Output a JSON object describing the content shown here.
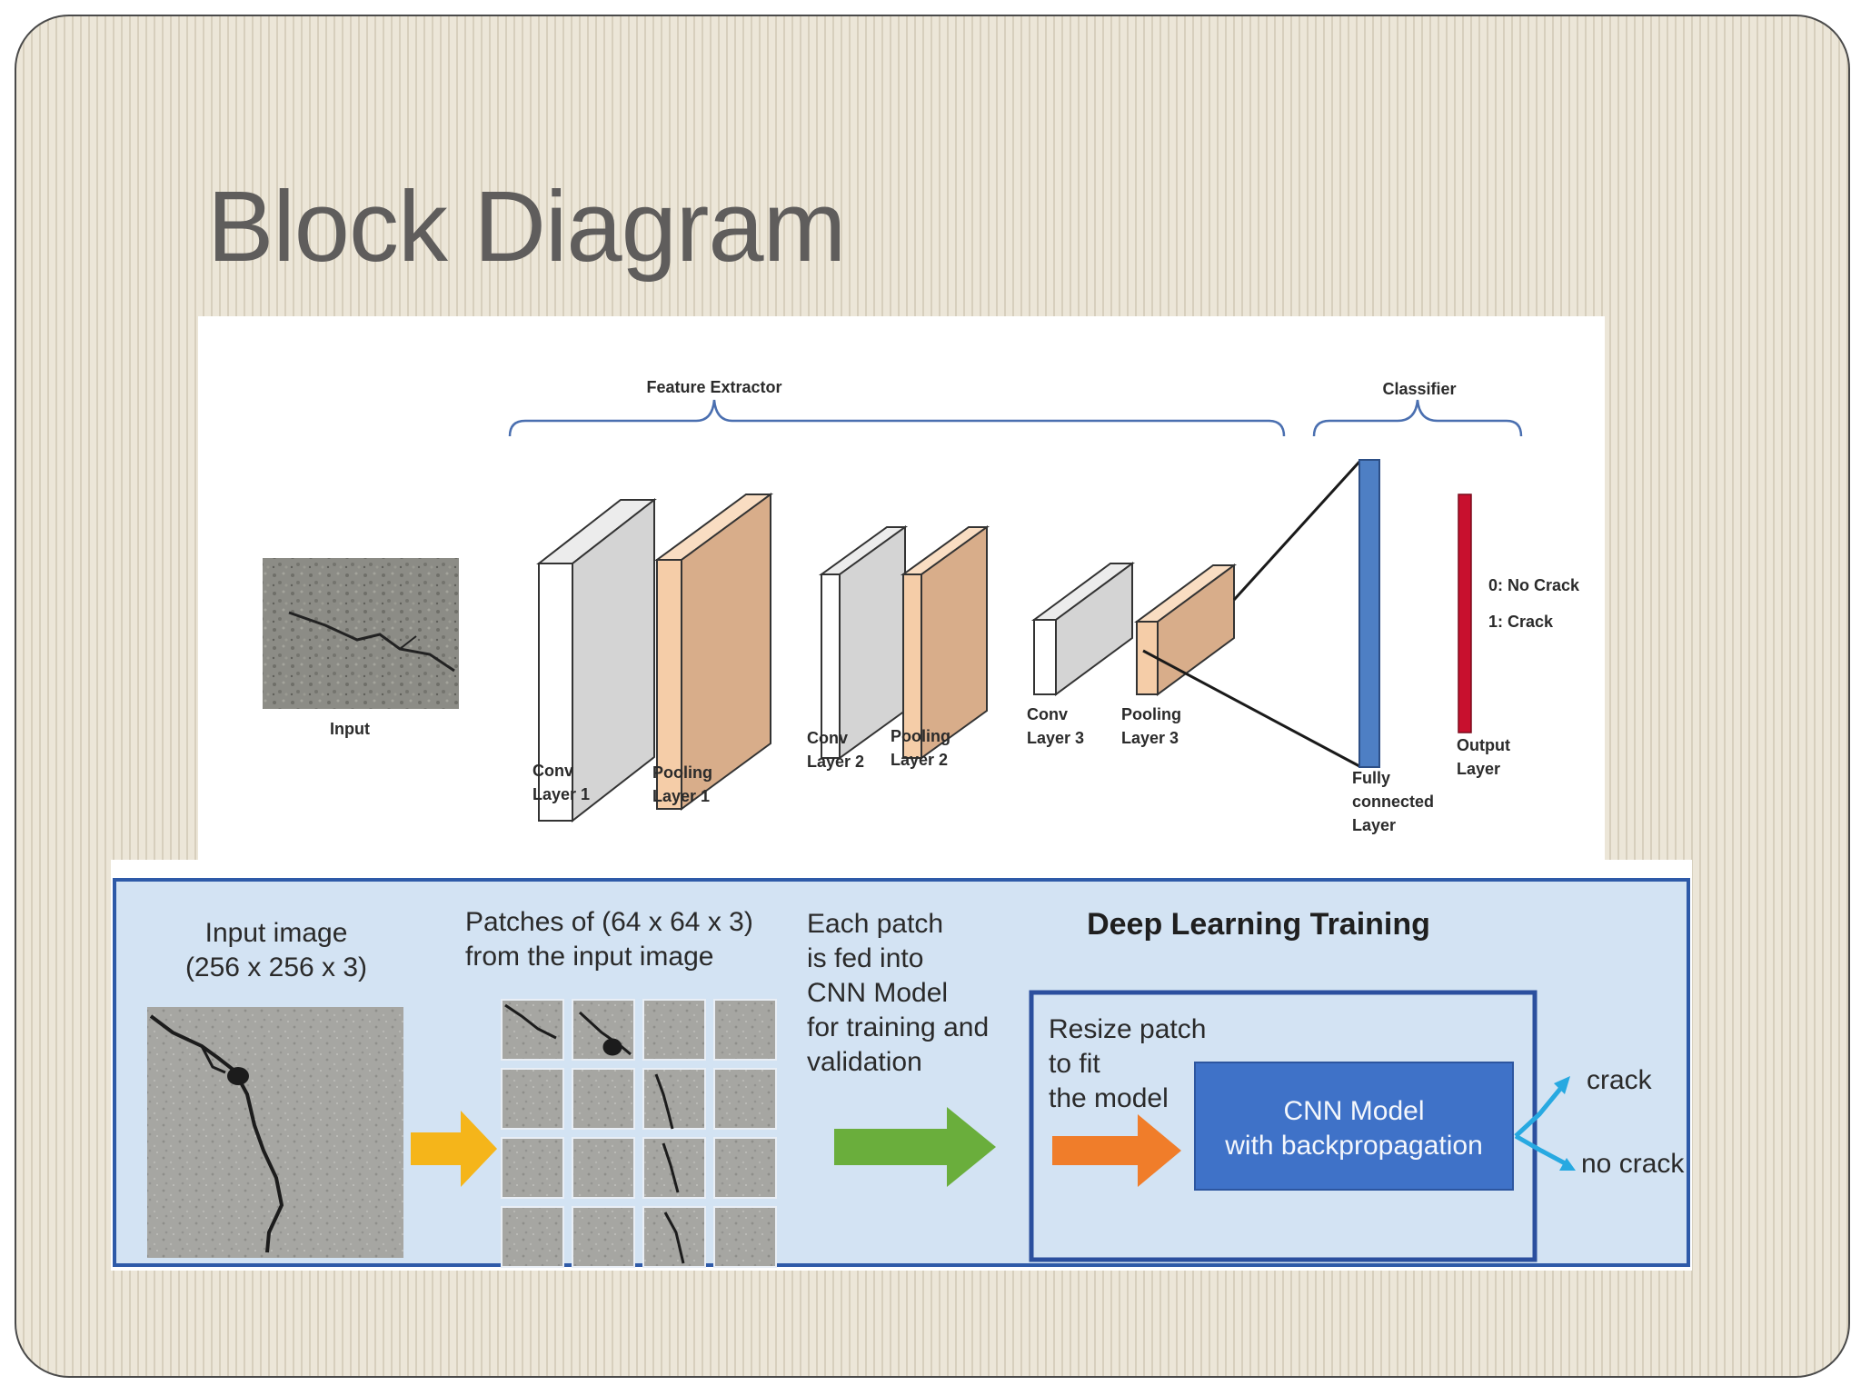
{
  "slide": {
    "title": "Block Diagram"
  },
  "cnn_diagram": {
    "feature_extractor_label": "Feature Extractor",
    "classifier_label": "Classifier",
    "input_label": "Input",
    "layers": {
      "conv1": [
        "Conv",
        "Layer 1"
      ],
      "pool1": [
        "Pooling",
        "Layer 1"
      ],
      "conv2": [
        "Conv",
        "Layer 2"
      ],
      "pool2": [
        "Pooling",
        "Layer 2"
      ],
      "conv3": [
        "Conv",
        "Layer 3"
      ],
      "pool3": [
        "Pooling",
        "Layer 3"
      ],
      "fc": [
        "Fully",
        "connected",
        "Layer"
      ],
      "output": [
        "Output",
        "Layer"
      ]
    },
    "classes": [
      "0: No Crack",
      "1: Crack"
    ],
    "colors": {
      "conv_front": "#ffffff",
      "conv_side": "#d4d4d4",
      "pool_front": "#f5cda8",
      "pool_side": "#d8ad8a",
      "fc": "#4e7fc4",
      "output": "#c8102e"
    }
  },
  "training_pipeline": {
    "input_image": [
      "Input image",
      "(256 x 256 x 3)"
    ],
    "patches": [
      "Patches of (64 x 64 x 3)",
      "from the input image"
    ],
    "fed_text": [
      "Each patch",
      "is fed into",
      "CNN Model",
      "for training and",
      "validation"
    ],
    "deep_learning_title": "Deep Learning Training",
    "resize_text": [
      "Resize patch",
      "to fit",
      "the model"
    ],
    "cnn_model": [
      "CNN Model",
      "with backpropagation"
    ],
    "outputs": [
      "crack",
      "no crack"
    ],
    "colors": {
      "background": "#d3e3f3",
      "border": "#2e5aa8",
      "model_box": "#3f72c8",
      "arrow_yellow": "#f5b51a",
      "arrow_green": "#6aae3c",
      "arrow_orange": "#f07d2a",
      "arrow_cyan": "#27a9e1"
    }
  }
}
